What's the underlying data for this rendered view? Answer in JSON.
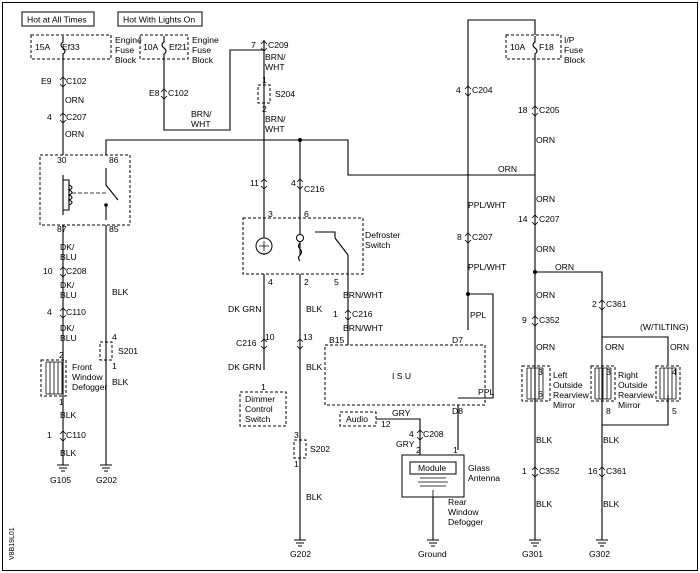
{
  "power": {
    "hot_always": "Hot at All Times",
    "hot_lights": "Hot With Lights On"
  },
  "fuse_ef33": {
    "amp": "15A",
    "id": "Ef33",
    "l1": "Engine",
    "l2": "Fuse",
    "l3": "Block"
  },
  "fuse_ef21": {
    "amp": "10A",
    "id": "Ef21",
    "l1": "Engine",
    "l2": "Fuse",
    "l3": "Block"
  },
  "fuse_f18": {
    "amp": "10A",
    "id": "F18",
    "l1": "I/P",
    "l2": "Fuse",
    "l3": "Block"
  },
  "connectors": {
    "c102": "C102",
    "c207": "C207",
    "c209": "C209",
    "c204": "C204",
    "c205": "C205",
    "c216": "C216",
    "c208": "C208",
    "c110": "C110",
    "c352": "C352",
    "c361": "C361"
  },
  "pins": {
    "e9": "E9",
    "e8": "E8",
    "p4": "4",
    "p7": "7",
    "p18": "18",
    "p1": "1",
    "p2": "2",
    "p30": "30",
    "p86": "86",
    "p87": "87",
    "p85": "85",
    "p11": "11",
    "p14": "14",
    "p3": "3",
    "p6": "6",
    "p5": "5",
    "p8": "8",
    "p10": "10",
    "p13": "13",
    "p9": "9",
    "p12": "12",
    "p16": "16",
    "b15": "B15",
    "d7": "D7",
    "d8": "D8"
  },
  "splices": {
    "s201": "S201",
    "s202": "S202",
    "s204": "S204"
  },
  "wires": {
    "orn": "ORN",
    "brn_wht_a": "BRN/",
    "brn_wht_b": "WHT",
    "brn_wht": "BRN/WHT",
    "dk": "DK/",
    "blu": "BLU",
    "blk": "BLK",
    "ppl_wht": "PPL/WHT",
    "ppl": "PPL",
    "dk_grn": "DK GRN",
    "gry": "GRY"
  },
  "components": {
    "front_defogger": [
      "Front",
      "Window",
      "Defogger"
    ],
    "defroster_switch": [
      "Defroster",
      "Switch"
    ],
    "dimmer_switch": [
      "Dimmer",
      "Control",
      "Switch"
    ],
    "isu": "I S U",
    "audio": "Audio",
    "module": "Module",
    "glass_antenna": [
      "Glass",
      "Antenna"
    ],
    "rear_defogger": [
      "Rear",
      "Window",
      "Defogger"
    ],
    "left_mirror": [
      "Left",
      "Outside",
      "Rearview",
      "Mirror"
    ],
    "right_mirror": [
      "Right",
      "Outside",
      "Rearview",
      "Mirror"
    ],
    "tilting": "(W/TILTING)"
  },
  "grounds": {
    "g105": "G105",
    "g202a": "G202",
    "g202b": "G202",
    "ground": "Ground",
    "g301": "G301",
    "g302": "G302"
  },
  "figure_code": "V8B19L01"
}
